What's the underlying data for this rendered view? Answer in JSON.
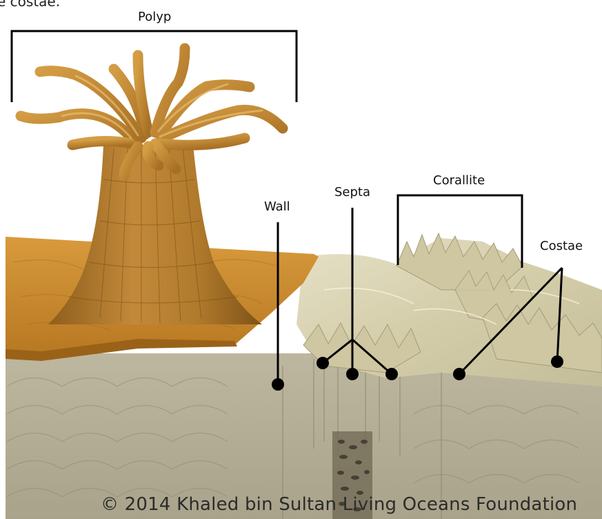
{
  "caption_fragment": "e costae.",
  "labels": {
    "polyp": "Polyp",
    "corallite": "Corallite",
    "wall": "Wall",
    "septa": "Septa",
    "costae": "Costae"
  },
  "copyright": "© 2014 Khaled bin Sultan Living Oceans Foundation",
  "colors": {
    "polyp_body": "#b8802a",
    "polyp_tentacle": "#c28a30",
    "tissue_base": "#c9882e",
    "skeleton_surface": "#d8d2b2",
    "cross_section": "#b3ac95",
    "leader_line": "#000000"
  }
}
